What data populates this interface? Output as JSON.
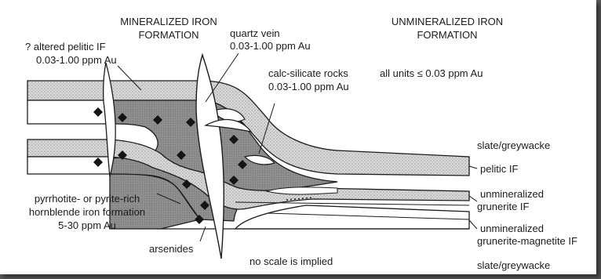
{
  "headings": {
    "mineralized_line1": "MINERALIZED IRON",
    "mineralized_line2": "FORMATION",
    "unmineralized_line1": "UNMINERALIZED IRON",
    "unmineralized_line2": "FORMATION"
  },
  "labels": {
    "altered_pelitic_line1": "? altered pelitic IF",
    "altered_pelitic_line2": "0.03-1.00 ppm Au",
    "quartz_vein_line1": "quartz vein",
    "quartz_vein_line2": "0.03-1.00 ppm Au",
    "calc_silicate_line1": "calc-silicate rocks",
    "calc_silicate_line2": "0.03-1.00 ppm Au",
    "all_units": "all units ≤ 0.03 ppm Au",
    "slate_upper": "slate/greywacke",
    "pelitic_if": "pelitic IF",
    "unmin_grunerite_line1": "unmineralized",
    "unmin_grunerite_line2": "grunerite IF",
    "unmin_grun_mag_line1": "unmineralized",
    "unmin_grun_mag_line2": "grunerite-magnetite IF",
    "slate_lower": "slate/greywacke",
    "pyrrhotite_line1": "pyrrhotite- or pyrite-rich",
    "pyrrhotite_line2": "hornblende iron formation",
    "pyrrhotite_line3": "5-30 ppm Au",
    "arsenides": "arsenides",
    "no_scale": "no scale is implied"
  },
  "colors": {
    "background": "#ffffff",
    "outer_shadow": "#5a5a5a",
    "line": "#1c1c1c",
    "stipple_fill": "#d9d9d9",
    "hornblende_fill": "#8e8e8e",
    "diamond_fill": "#151515"
  }
}
